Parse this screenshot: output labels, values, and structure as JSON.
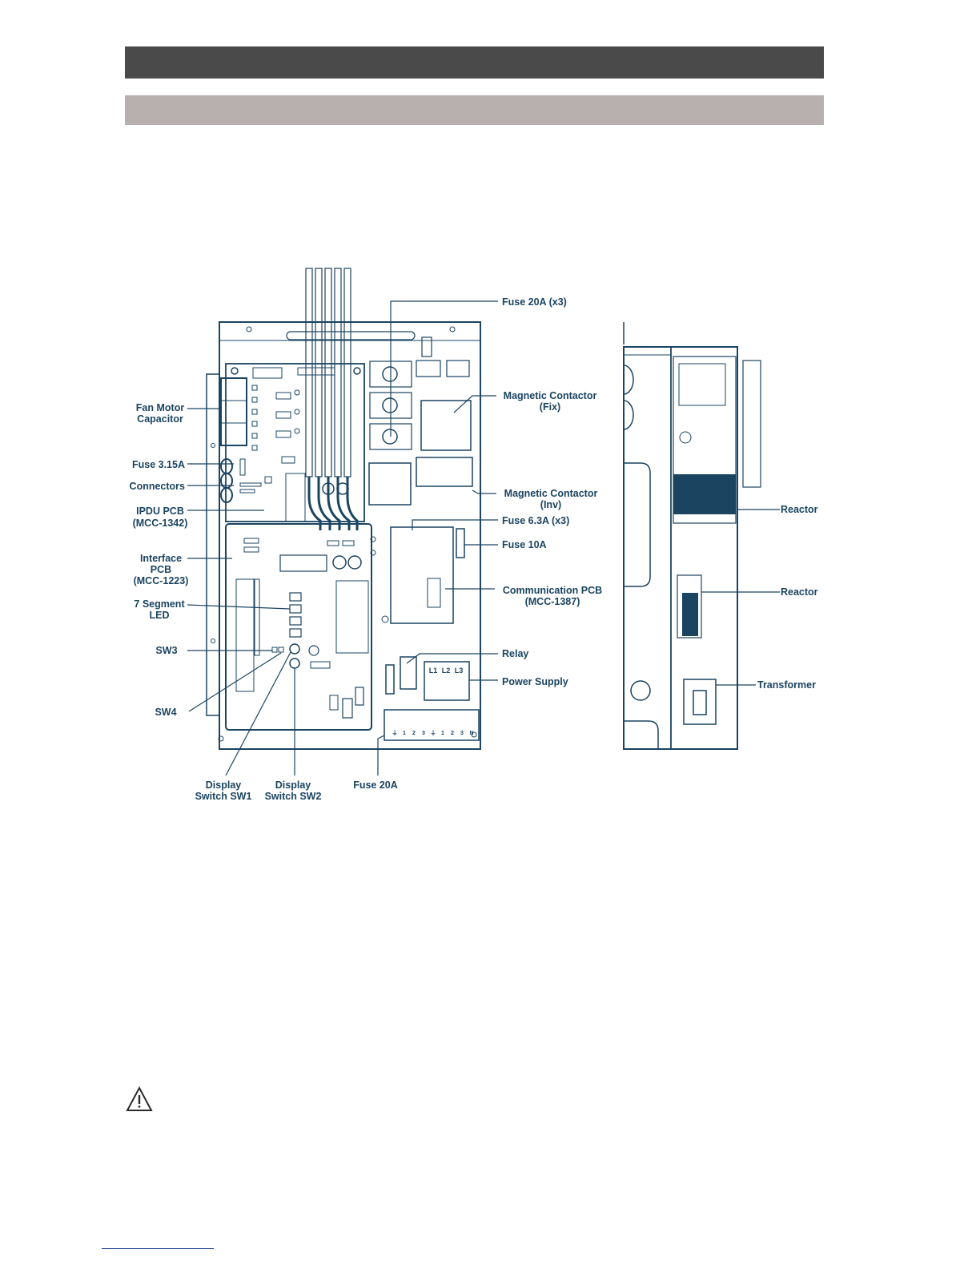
{
  "header": {
    "dark_bar_color": "#4a4a4a",
    "light_bar_color": "#b8b0ae"
  },
  "colors": {
    "line": "#1a4460",
    "panel_fill": "#ffffff",
    "sheet_fill": "#ffffff"
  },
  "labels": {
    "fuse_20a_x3": "Fuse 20A (x3)",
    "mc_fix_1": "Magnetic Contactor",
    "mc_fix_2": "(Fix)",
    "mc_inv_1": "Magnetic Contactor",
    "mc_inv_2": "(Inv)",
    "fuse_63a": "Fuse 6.3A (x3)",
    "fuse_10a": "Fuse 10A",
    "comm_pcb_1": "Communication PCB",
    "comm_pcb_2": "(MCC-1387)",
    "relay": "Relay",
    "power_supply": "Power Supply",
    "fan_cap_1": "Fan Motor",
    "fan_cap_2": "Capacitor",
    "fuse_315": "Fuse 3.15A",
    "connectors": "Connectors",
    "ipdu_1": "IPDU PCB",
    "ipdu_2": "(MCC-1342)",
    "iface_1": "Interface",
    "iface_2": "PCB",
    "iface_3": "(MCC-1223)",
    "seg_1": "7 Segment",
    "seg_2": "LED",
    "sw3": "SW3",
    "sw4": "SW4",
    "sw1_1": "Display",
    "sw1_2": "Switch SW1",
    "sw2_1": "Display",
    "sw2_2": "Switch SW2",
    "fuse_20a": "Fuse 20A",
    "reactor_1": "Reactor",
    "reactor_2": "Reactor",
    "transformer": "Transformer"
  },
  "terminal_block": {
    "upper": [
      "L1",
      "L2",
      "L3"
    ],
    "lower": [
      "⏚",
      "1",
      "2",
      "3",
      "⏚",
      "1",
      "2",
      "3",
      "N"
    ]
  },
  "icons": {
    "warning": "warning-triangle-icon"
  }
}
